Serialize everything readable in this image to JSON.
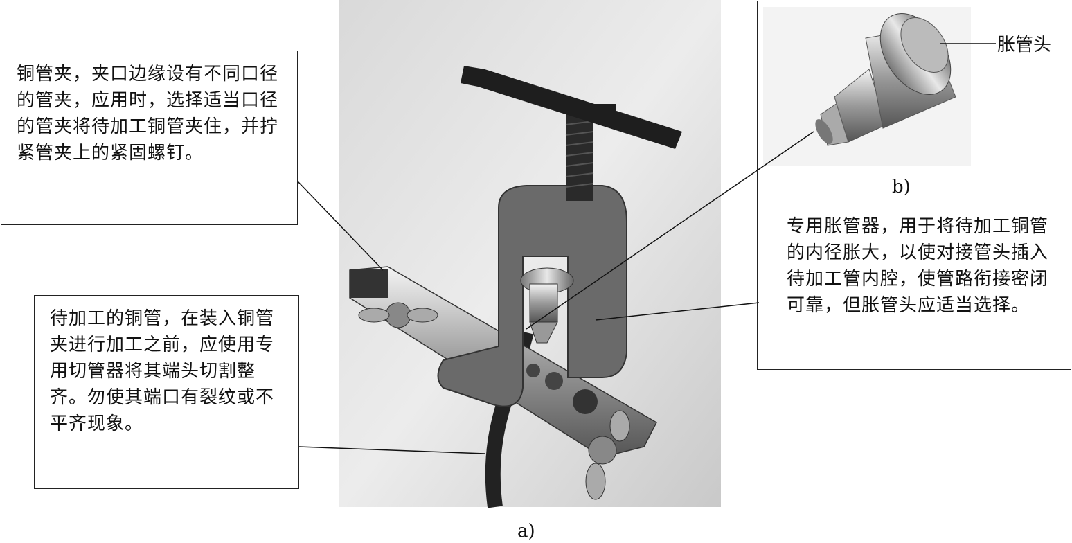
{
  "callouts": {
    "clamp": "铜管夹，夹口边缘设有不同口径的管夹，应用时，选择适当口径的管夹将待加工铜管夹住，并拧紧管夹上的紧固螺钉。",
    "pipe": "待加工的铜管，在装入铜管夹进行加工之前，应使用专用切管器将其端头切割整齐。勿使其端口有裂纹或不平齐现象。",
    "flare": "专用胀管器，用于将待加工铜管的内径胀大，以使对接管头插入待加工管内腔，使管路衔接密闭可靠，但胀管头应适当选择。"
  },
  "labels": {
    "flaring_head": "胀管头"
  },
  "captions": {
    "a": "a)",
    "b": "b)"
  }
}
